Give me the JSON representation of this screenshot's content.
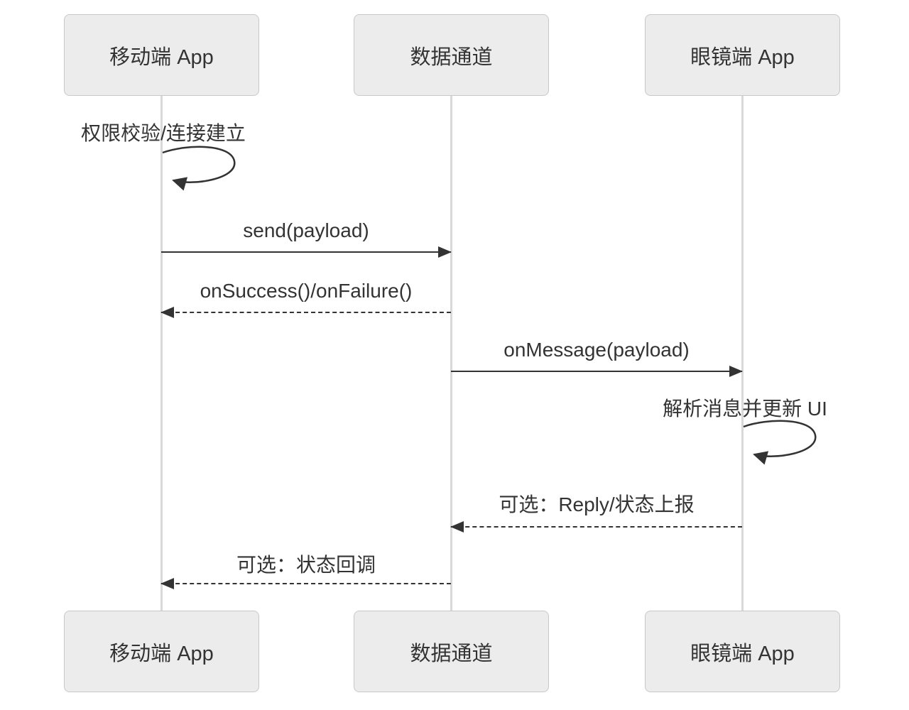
{
  "diagram": {
    "type": "sequence",
    "actors": [
      {
        "id": "mobile-app",
        "label": "移动端 App"
      },
      {
        "id": "data-channel",
        "label": "数据通道"
      },
      {
        "id": "glasses-app",
        "label": "眼镜端 App"
      }
    ],
    "messages": [
      {
        "type": "self",
        "from": "mobile-app",
        "to": "mobile-app",
        "label": "权限校验/连接建立"
      },
      {
        "type": "solid",
        "from": "mobile-app",
        "to": "data-channel",
        "label": "send(payload)"
      },
      {
        "type": "dashed",
        "from": "data-channel",
        "to": "mobile-app",
        "label": "onSuccess()/onFailure()"
      },
      {
        "type": "solid",
        "from": "data-channel",
        "to": "glasses-app",
        "label": "onMessage(payload)"
      },
      {
        "type": "self",
        "from": "glasses-app",
        "to": "glasses-app",
        "label": "解析消息并更新 UI"
      },
      {
        "type": "dashed",
        "from": "glasses-app",
        "to": "data-channel",
        "label": "可选：Reply/状态上报"
      },
      {
        "type": "dashed",
        "from": "data-channel",
        "to": "mobile-app",
        "label": "可选：状态回调"
      }
    ],
    "colors": {
      "background": "#ffffff",
      "actor_fill": "#ececec",
      "actor_border": "#c8c8c8",
      "lifeline": "#d9d9d9",
      "line": "#333333",
      "text": "#333333"
    }
  }
}
